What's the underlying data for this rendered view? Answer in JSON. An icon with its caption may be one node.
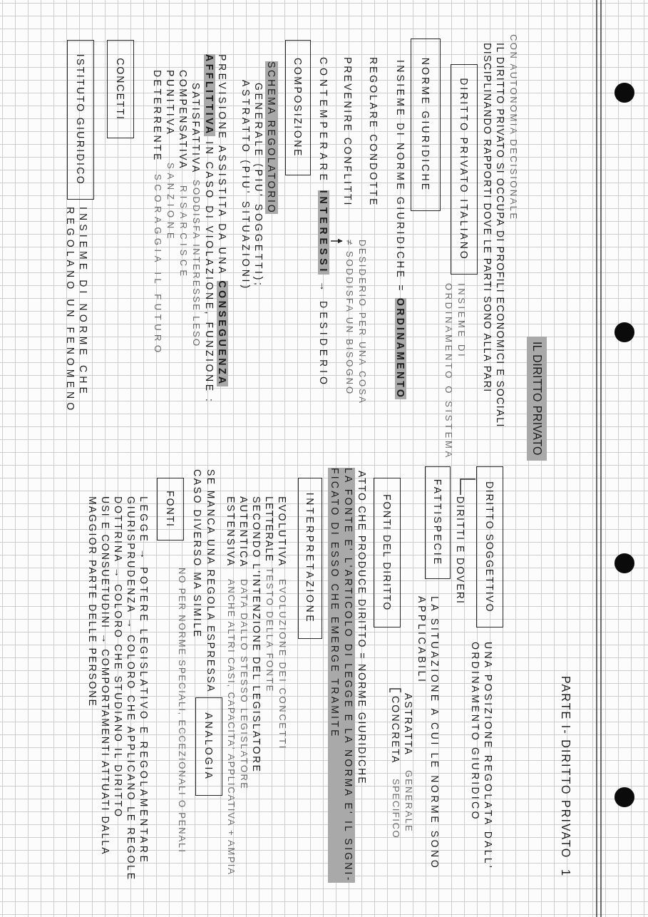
{
  "diagram": {
    "title": "IL DIRITTO PRIVATO",
    "nodes": [
      {
        "text": [
          "DIRITTO PRIVATO ITALIANO"
        ],
        "beside": [
          "INSIEME DI ORDINAMENTO O SISTEMA"
        ]
      },
      {
        "text": [
          "NORME GIURIDICHE"
        ],
        "beside": [
          "INSIEME DI NORME GIURIDICHE = **ORDINAMENTO**"
        ]
      },
      {
        "text": [
          "DESIDERIO PER UNA COSA ≠ SODDISFA UN BISOGNO"
        ]
      },
      {
        "text": [
          "CONTEMPERARE **INTERESSI** → DESIDERIO"
        ]
      },
      {
        "text": [
          "COMPOSIZIONE"
        ]
      },
      {
        "text": [
          "CONCETTI"
        ]
      },
      {
        "text": [
          "ISTITUTO GIURIDICO"
        ],
        "beside": [
          "INSIEME DI NORME CHE REGOLANO UN FENOMENO"
        ]
      },
      {
        "text": [
          "DIRITTO SOGGETTIVO"
        ],
        "beside": [
          "UNA POSIZIONE REGOLATA DALL' ORDINAMENTO GIURIDICO"
        ]
      },
      {
        "text": [
          "DIRITTI E DOVERI"
        ]
      },
      {
        "text": [
          "FATTISPECIE"
        ],
        "beside": [
          "LA SITUAZIONE A CUI LE NORME SONO APPLICABILI"
        ]
      },
      {
        "text": [
          "FONTI DEL DIRITTO"
        ],
        "beside": [
          "ATTO CHE PRODUCE DIRITTO = NORME GIURIDICHE"
        ]
      },
      {
        "text": [
          "INTERPRETAZIONE"
        ]
      },
      {
        "text": [
          "ANALOGIA"
        ]
      },
      {
        "text": [
          "FONTI"
        ]
      }
    ],
    "edges": [
      {
        "from": 7,
        "to": 8,
        "arrow": "none"
      },
      {
        "from": 3,
        "to": 2,
        "arrow": "to"
      }
    ],
    "labels": [
      "PARTE I- DIRITTO PRIVATO",
      "1",
      "CON AUTONOMIA DECISIONALE",
      "IL DIRITTO PRIVATO SI OCCUPA DI PROFILI ECONOMICI E SOCIALI DISCIPLINANDO RAPPORTI DOVE LE PARTI SONO ALLA PARI",
      "REGOLARE CONDOTTE",
      "PREVENIRE CONFLITTI",
      "SCHEMA REGOLATORIO",
      "GENERALE (PIU' SOGGETTI);",
      "ASTRATTO (PIU' SITUAZIONI)",
      "PREVISIONE ASSISTITA DA UNA **CONSEGUENZA AFFLITTIVA** IN CASO DI VIOLAZIONE, FUNZIONE :",
      "SATISFATTIVA",
      "SODDISFA INTERESSE LESO",
      "COMPENSATIVA",
      "RISARCISCE",
      "PUNITIVA",
      "SANZIONE",
      "DETERRENTE",
      "SCORAGGIA IL FUTURO",
      "ASTRATTA",
      "GENERALE",
      "CONCRETA",
      "SPECIFICO",
      "LA FONTE E' L'ARTICOLO DI LEGGE E LA NORMA E' IL SIGNI- FICATO DI ESSO CHE EMERGE TRAMITE",
      "EVOLUTIVA",
      "EVOLUZIONE DEI CONCETTI",
      "LETTERALE",
      "TESTO DELLA FONTE",
      "SECONDO L'INTENZIONE DEL LEGISLATORE",
      "AUTENTICA",
      "DATA DALLO STESSO LEGISLATORE",
      "ESTENSIVA",
      "ANCHE ALTRI CASI, CAPACITA' APPLICATIVA + AMPIA",
      "SE MANCA UNA REGOLA ESPRESSA",
      "CASO DIVERSO MA SIMILE",
      "NO PER NORME SPECIALI, ECCEZIONALI O PENALI",
      "LEGGE → POTERE LEGISLATIVO E REGOLAMENTARE",
      "GIURISPRUDENZA → COLORO CHE APPLICANO LE REGOLE",
      "DOTTRINA → COLORO CHE STUDIANO IL DIRITTO",
      "USI E CONSUETUDINI → COMPORTAMENTI ATTUATI DALLA MAGGIOR PARTE DELLE PERSONE"
    ]
  }
}
